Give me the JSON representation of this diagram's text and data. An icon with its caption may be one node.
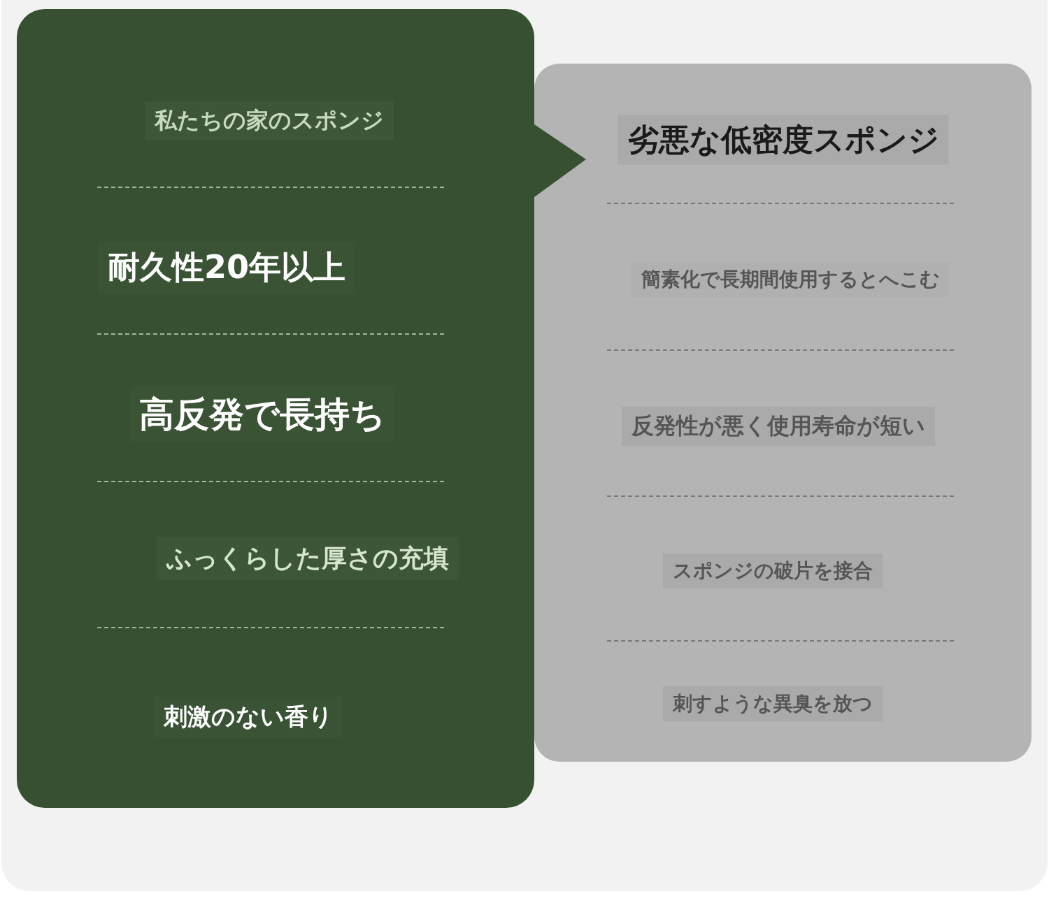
{
  "diagram": {
    "nodes": [
      {
        "text": [
          "私たちの家のスポンジ",
          "耐久性20年以上",
          "高反発で長持ち",
          "ふっくらした厚さの充填",
          "刺激のない香り"
        ]
      },
      {
        "text": [
          "劣悪な低密度スポンジ",
          "簡素化で長期間使用するとへこむ",
          "反発性が悪く使用寿命が短い",
          "スポンジの破片を接合",
          "刺すような異臭を放つ"
        ]
      }
    ],
    "edges": [
      {
        "from": 0,
        "to": 1,
        "arrow": "to"
      }
    ]
  }
}
